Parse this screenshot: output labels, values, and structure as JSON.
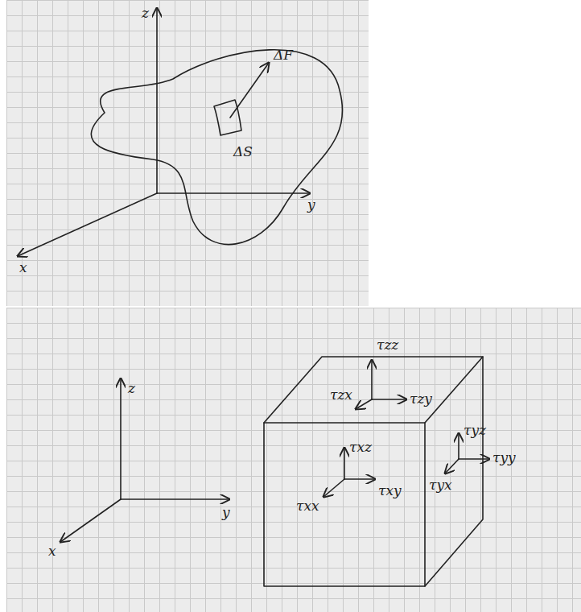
{
  "diagram": {
    "labels": [
      "z",
      "ΔF",
      "ΔS",
      "y",
      "x",
      "τzz",
      "τzx",
      "τzy",
      "τyz",
      "τxz",
      "τyy",
      "τxy",
      "τyx",
      "τxx",
      "z",
      "y",
      "x"
    ]
  }
}
